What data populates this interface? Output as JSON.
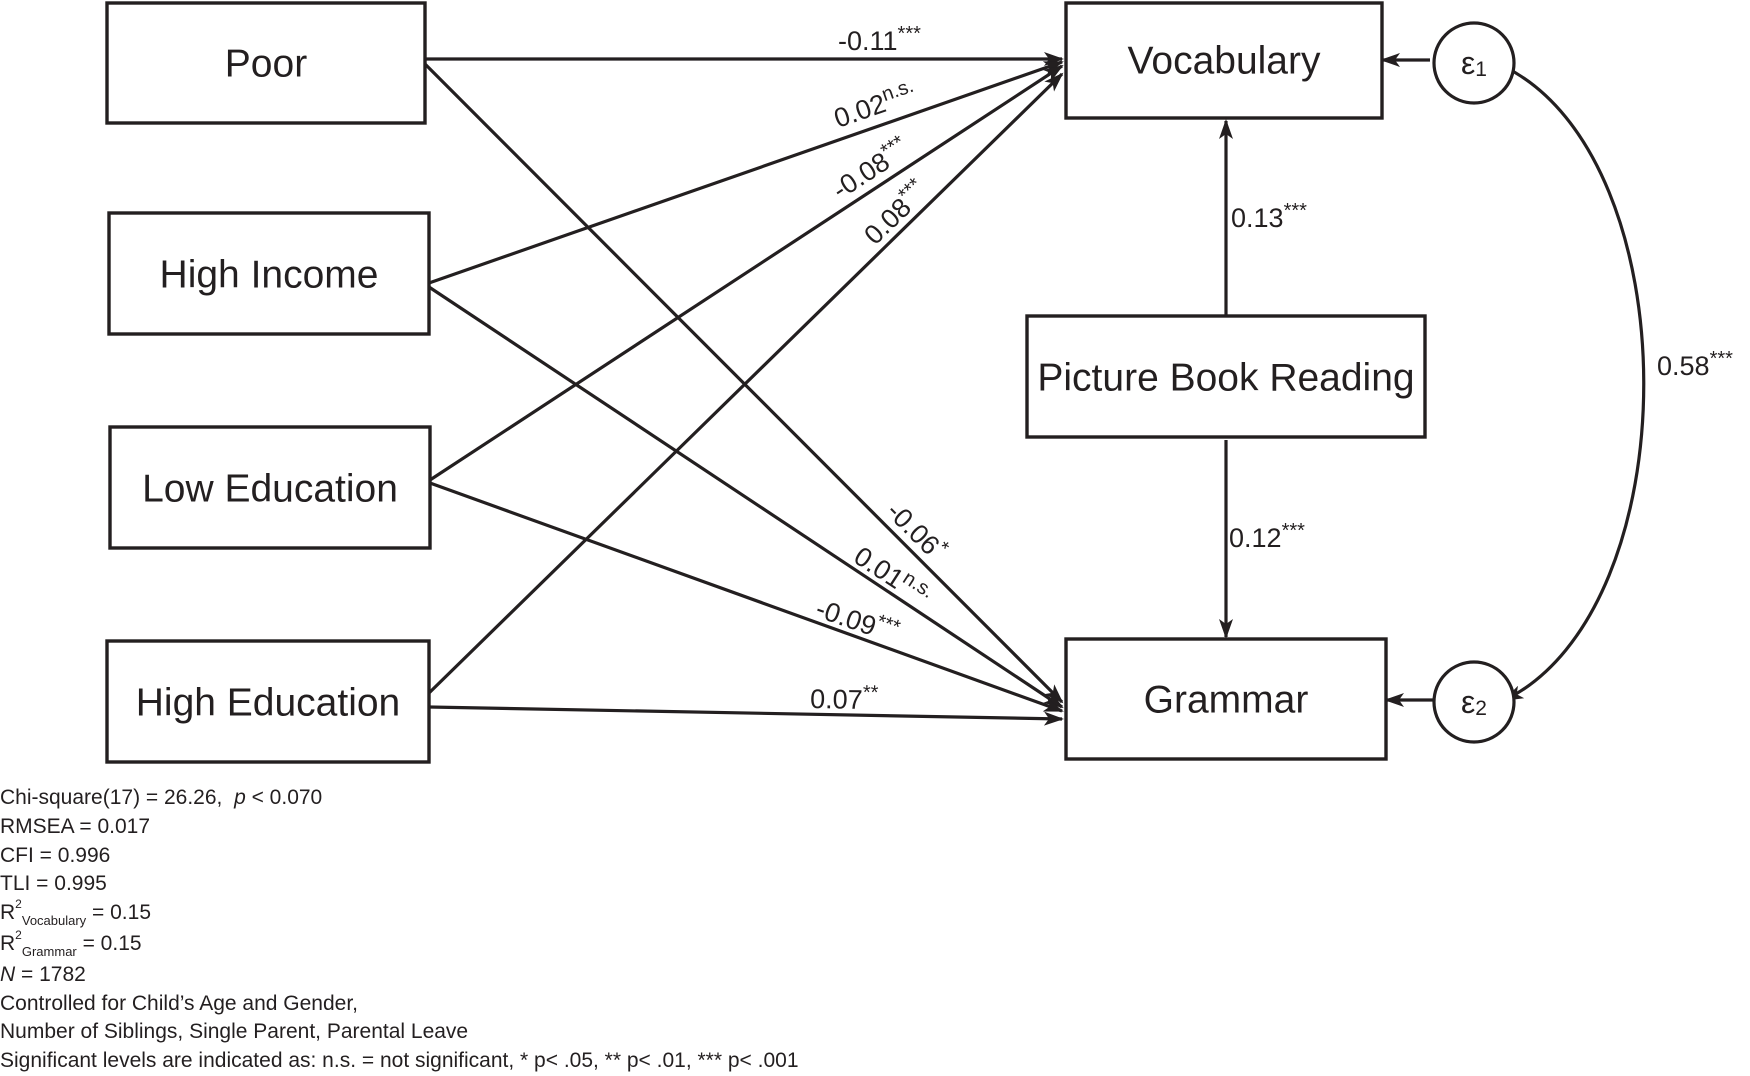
{
  "diagram": {
    "nodes": {
      "poor": "Poor",
      "high_income": "High Income",
      "low_education": "Low Education",
      "high_education": "High Education",
      "vocabulary": "Vocabulary",
      "picture_book": "Picture Book Reading",
      "grammar": "Grammar"
    },
    "errors": {
      "e1": {
        "symbol": "ε",
        "index": "1"
      },
      "e2": {
        "symbol": "ε",
        "index": "2"
      }
    },
    "paths": {
      "poor_vocab": {
        "value": "-0.11",
        "sig": "***"
      },
      "income_vocab": {
        "value": "0.02",
        "sig": "n.s."
      },
      "lowedu_vocab": {
        "value": "-0.08",
        "sig": "***"
      },
      "highedu_vocab": {
        "value": "0.08",
        "sig": "***"
      },
      "poor_grammar": {
        "value": "-0.06",
        "sig": "*"
      },
      "income_grammar": {
        "value": "0.01",
        "sig": "n.s."
      },
      "lowedu_grammar": {
        "value": "-0.09",
        "sig": "***"
      },
      "highedu_grammar": {
        "value": "0.07",
        "sig": "**"
      },
      "reading_vocab": {
        "value": "0.13",
        "sig": "***"
      },
      "reading_grammar": {
        "value": "0.12",
        "sig": "***"
      },
      "residual_cov": {
        "value": "0.58",
        "sig": "***"
      }
    }
  },
  "stats": {
    "chi_prefix": "Chi-square(17) = 26.26,",
    "chi_p_symbol": "p",
    "chi_p_rest": " < 0.070",
    "rmsea": "RMSEA = 0.017",
    "cfi": "CFI = 0.996",
    "tli": "TLI = 0.995",
    "r2_letter": "R",
    "r2_power": "2",
    "r2_vocab_sub": "Vocabulary",
    "r2_vocab_value": " = 0.15",
    "r2_grammar_sub": "Grammar",
    "r2_grammar_value": " = 0.15",
    "n_symbol": "N",
    "n_value": " = 1782",
    "controls_line1": "Controlled for Child’s Age and Gender,",
    "controls_line2": "Number of Siblings, Single Parent, Parental Leave",
    "significance": "Significant levels are indicated as: n.s. = not significant, * p< .05, ** p< .01, *** p< .001"
  }
}
